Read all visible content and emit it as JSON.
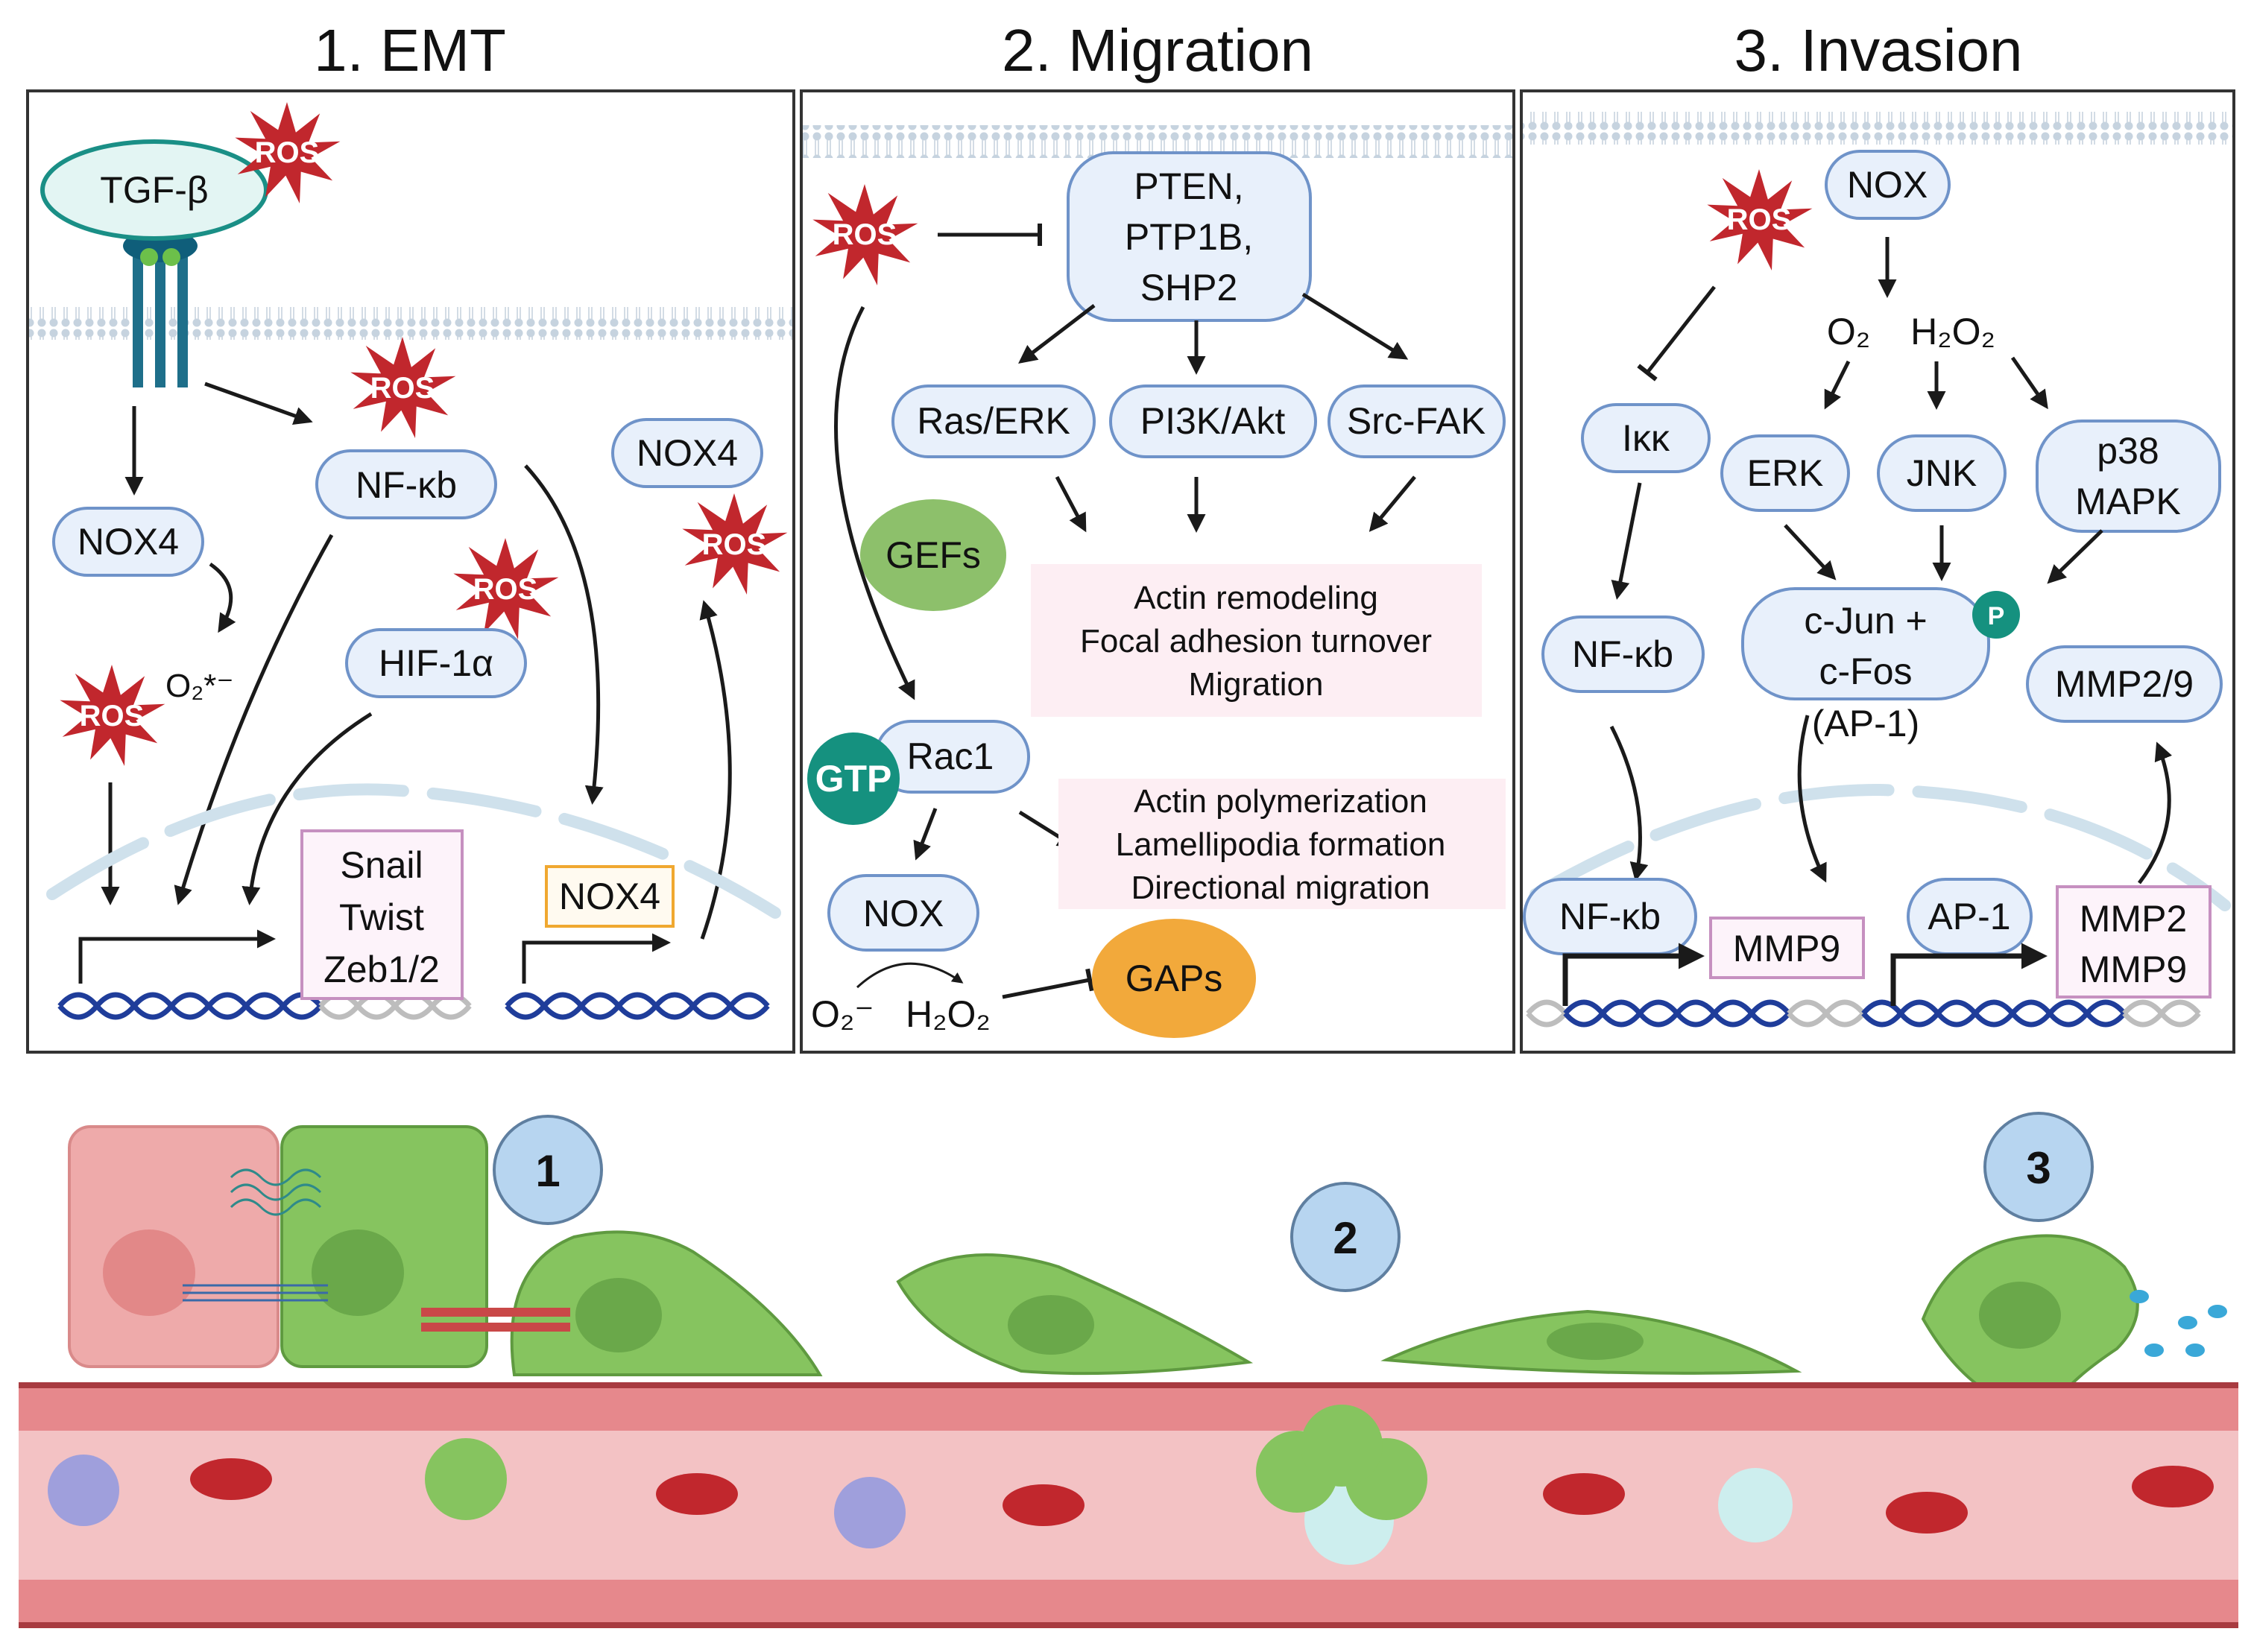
{
  "panels": {
    "emt": {
      "title": "1. EMT",
      "tgf": "TGF-β",
      "nfkb": "NF-κb",
      "nox4_left": "NOX4",
      "nox4_right": "NOX4",
      "o2_label": "O₂*⁻",
      "hif": "HIF-1α",
      "genes": [
        "Snail",
        "Twist",
        "Zeb1/2"
      ],
      "nox4_gene": "NOX4"
    },
    "migration": {
      "title": "2. Migration",
      "phosphatases": [
        "PTEN,",
        "PTP1B,",
        "SHP2"
      ],
      "ras": "Ras/ERK",
      "pi3k": "PI3K/Akt",
      "src": "Src-FAK",
      "gefs": "GEFs",
      "outcomes1": [
        "Actin remodeling",
        "Focal adhesion turnover",
        "Migration"
      ],
      "gtp": "GTP",
      "rac1": "Rac1",
      "outcomes2": [
        "Actin polymerization",
        "Lamellipodia formation",
        "Directional migration"
      ],
      "nox": "NOX",
      "o2": "O₂⁻",
      "h2o2": "H₂O₂",
      "gaps": "GAPs"
    },
    "invasion": {
      "title": "3. Invasion",
      "nox": "NOX",
      "o2": "O₂",
      "h2o2": "H₂O₂",
      "ikk": "Iκκ",
      "erk": "ERK",
      "jnk": "JNK",
      "p38": [
        "p38",
        "MAPK"
      ],
      "nfkb_mid": "NF-κb",
      "cjun": [
        "c-Jun +",
        "c-Fos"
      ],
      "ap1_label": "(AP-1)",
      "p_badge": "P",
      "mmp29": "MMP2/9",
      "nfkb_dna": "NF-κb",
      "mmp9": "MMP9",
      "ap1": "AP-1",
      "mmp2_mmp9": [
        "MMP2",
        "MMP9"
      ]
    }
  },
  "ros_label": "ROS",
  "steps": [
    "1",
    "2",
    "3"
  ],
  "colors": {
    "node_fill": "#e8f0fb",
    "node_stroke": "#6f93c9",
    "ros": "#c1272d",
    "gefs": "#8dc06b",
    "gaps": "#f2a93b",
    "gtp": "#15917f",
    "outcome_box": "#fdeef3",
    "vessel": "#e6888c",
    "cancer_cell": "#86c45f",
    "epithelial_cell": "#eeaaaa"
  }
}
